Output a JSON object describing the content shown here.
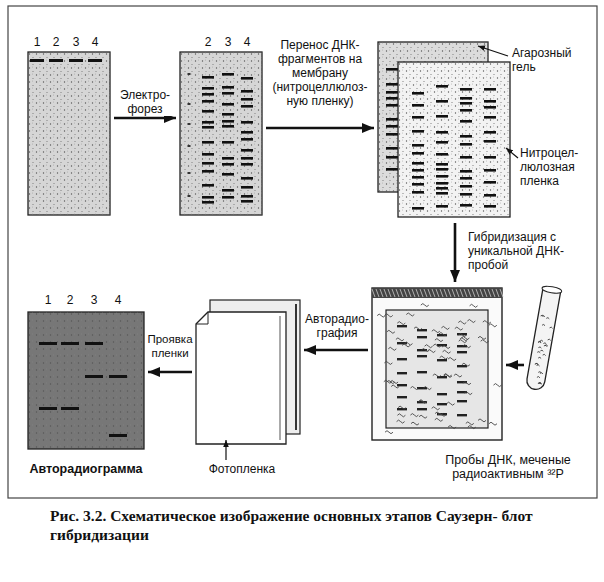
{
  "diagram": {
    "caption": "Рис. 3.2. Схематическое изображение основных этапов Саузерн- блот гибридизации",
    "nodes": [
      {
        "text": [
          "1",
          "2",
          "3",
          "4"
        ]
      },
      {
        "text": [
          "2",
          "3",
          "4"
        ]
      },
      {
        "text": [
          "Агарозный гель"
        ]
      },
      {
        "text": [
          "Нитроцел- люлозная пленка"
        ]
      },
      {
        "text": []
      },
      {
        "text": [
          "Пробы ДНК, меченые радиоактивным ³²P"
        ]
      },
      {
        "text": [
          "Фотопленка"
        ]
      },
      {
        "text": [
          "1",
          "2",
          "3",
          "4",
          "Авторадиограмма"
        ]
      }
    ],
    "edges": [
      {
        "from": 0,
        "to": 1,
        "arrow": "to",
        "label": "Электро- форез"
      },
      {
        "from": 1,
        "to": 2,
        "arrow": "to",
        "label": "Перенос ДНК-фрагментов на мембрану (нитроцеллюлоз- ную пленку)"
      },
      {
        "from": 3,
        "to": 4,
        "arrow": "to",
        "label": "Гибридизация с уникальной ДНК-пробой"
      },
      {
        "from": 5,
        "to": 4,
        "arrow": "to"
      },
      {
        "from": 4,
        "to": 6,
        "arrow": "to",
        "label": "Авторадио- графия"
      },
      {
        "from": 6,
        "to": 7,
        "arrow": "to",
        "label": "Проявка пленки"
      }
    ]
  }
}
